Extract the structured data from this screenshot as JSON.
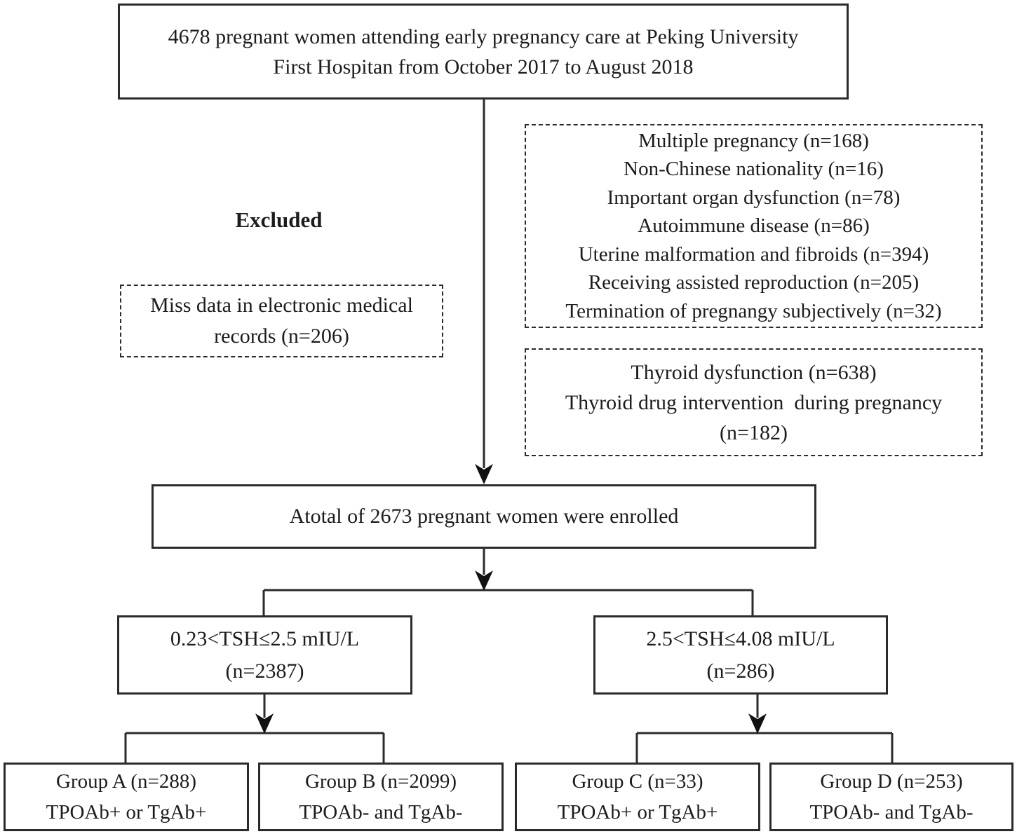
{
  "flowchart": {
    "top_box": {
      "lines": [
        "4678 pregnant women attending early pregnancy care at Peking University",
        "First Hospitan from October 2017 to August 2018"
      ]
    },
    "excluded_label": "Excluded",
    "missing_data_box": {
      "lines": [
        "Miss data in electronic medical",
        "records (n=206)"
      ]
    },
    "exclusion_box_1": {
      "lines": [
        "Multiple pregnancy (n=168)",
        "Non-Chinese nationality (n=16)",
        "Important organ dysfunction (n=78)",
        "Autoimmune disease (n=86)",
        "Uterine malformation and fibroids (n=394)",
        "Receiving assisted reproduction (n=205)",
        "Termination of pregnangy subjectively (n=32)"
      ]
    },
    "exclusion_box_2": {
      "lines": [
        "Thyroid dysfunction (n=638)",
        "Thyroid drug intervention  during pregnancy",
        "(n=182)"
      ]
    },
    "enrolled_box": {
      "text": "Atotal of 2673 pregnant women were enrolled"
    },
    "tsh_low_box": {
      "lines": [
        "0.23<TSH≤2.5 mIU/L",
        "(n=2387)"
      ]
    },
    "tsh_high_box": {
      "lines": [
        "2.5<TSH≤4.08 mIU/L",
        "(n=286)"
      ]
    },
    "group_a_box": {
      "lines": [
        "Group A (n=288)",
        "TPOAb+ or TgAb+"
      ]
    },
    "group_b_box": {
      "lines": [
        "Group B (n=2099)",
        "TPOAb- and TgAb-"
      ]
    },
    "group_c_box": {
      "lines": [
        "Group C (n=33)",
        "TPOAb+ or TgAb+"
      ]
    },
    "group_d_box": {
      "lines": [
        "Group D (n=253)",
        "TPOAb- and TgAb-"
      ]
    }
  },
  "colors": {
    "line": "#2b2b2b",
    "arrowhead": "#111111",
    "background": "#ffffff",
    "text": "#1c1c1c"
  }
}
